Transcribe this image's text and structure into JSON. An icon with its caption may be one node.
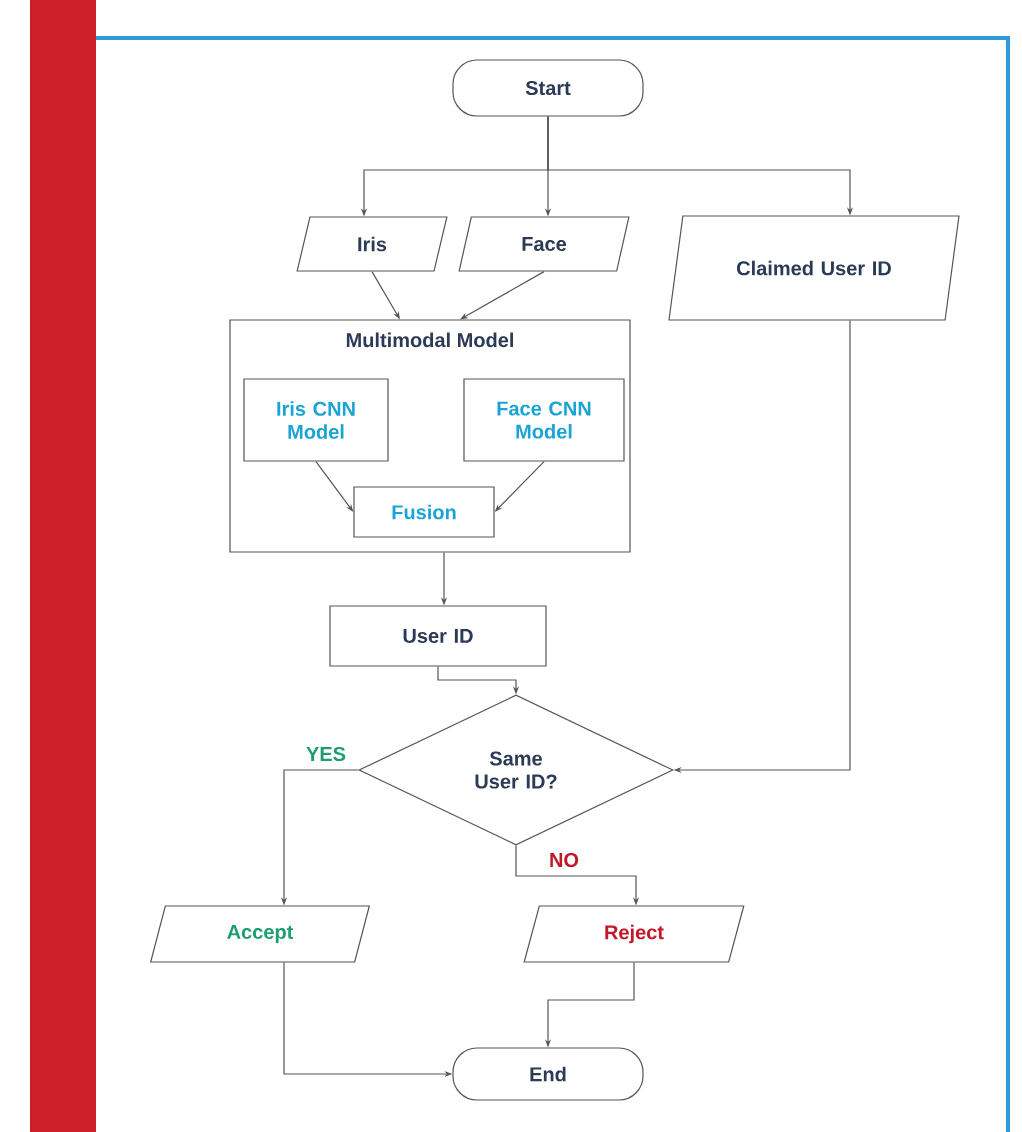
{
  "diagram": {
    "nodes": [
      {
        "text": [
          "Start"
        ]
      },
      {
        "text": [
          "Iris"
        ]
      },
      {
        "text": [
          "Face"
        ]
      },
      {
        "text": [
          "Claimed User ID"
        ]
      },
      {
        "text": [
          "Multimodal Model"
        ]
      },
      {
        "text": [
          "Iris CNN Model"
        ],
        "in": 4
      },
      {
        "text": [
          "Face CNN Model"
        ],
        "in": 4
      },
      {
        "text": [
          "Fusion"
        ],
        "in": 4
      },
      {
        "text": [
          "User ID"
        ]
      },
      {
        "text": [
          "Same User ID?"
        ]
      },
      {
        "text": [
          "Accept"
        ]
      },
      {
        "text": [
          "Reject"
        ]
      },
      {
        "text": [
          "End"
        ]
      }
    ],
    "edges": [
      {
        "from": 0,
        "to": 1,
        "arrow": "to"
      },
      {
        "from": 0,
        "to": 2,
        "arrow": "to"
      },
      {
        "from": 0,
        "to": 3,
        "arrow": "to"
      },
      {
        "from": 1,
        "to": 4,
        "arrow": "to"
      },
      {
        "from": 2,
        "to": 4,
        "arrow": "to"
      },
      {
        "from": 5,
        "to": 7,
        "arrow": "to"
      },
      {
        "from": 6,
        "to": 7,
        "arrow": "to"
      },
      {
        "from": 4,
        "to": 8,
        "arrow": "to"
      },
      {
        "from": 8,
        "to": 9,
        "arrow": "to"
      },
      {
        "from": 3,
        "to": 9,
        "arrow": "to"
      },
      {
        "from": 9,
        "to": 10,
        "label": "YES",
        "arrow": "to"
      },
      {
        "from": 9,
        "to": 11,
        "label": "NO",
        "arrow": "to"
      },
      {
        "from": 10,
        "to": 12,
        "arrow": "to"
      },
      {
        "from": 11,
        "to": 12,
        "arrow": "to"
      }
    ]
  }
}
